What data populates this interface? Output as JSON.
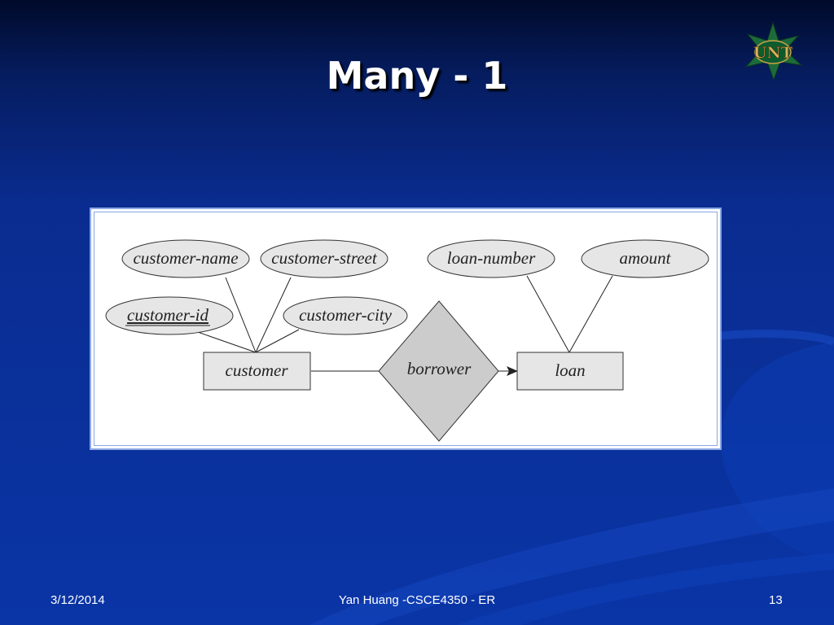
{
  "slide": {
    "title": "Many - 1",
    "footer": {
      "date": "3/12/2014",
      "center": "Yan Huang -CSCE4350 - ER",
      "page": "13"
    },
    "logo_text": "UNT"
  },
  "diagram": {
    "attributes": {
      "customer_name": "customer-name",
      "customer_street": "customer-street",
      "customer_id": "customer-id",
      "customer_city": "customer-city",
      "loan_number": "loan-number",
      "amount": "amount"
    },
    "entities": {
      "customer": "customer",
      "loan": "loan"
    },
    "relationship": "borrower",
    "key_attribute": "customer-id",
    "cardinality": "many-to-one (arrow toward loan)"
  }
}
